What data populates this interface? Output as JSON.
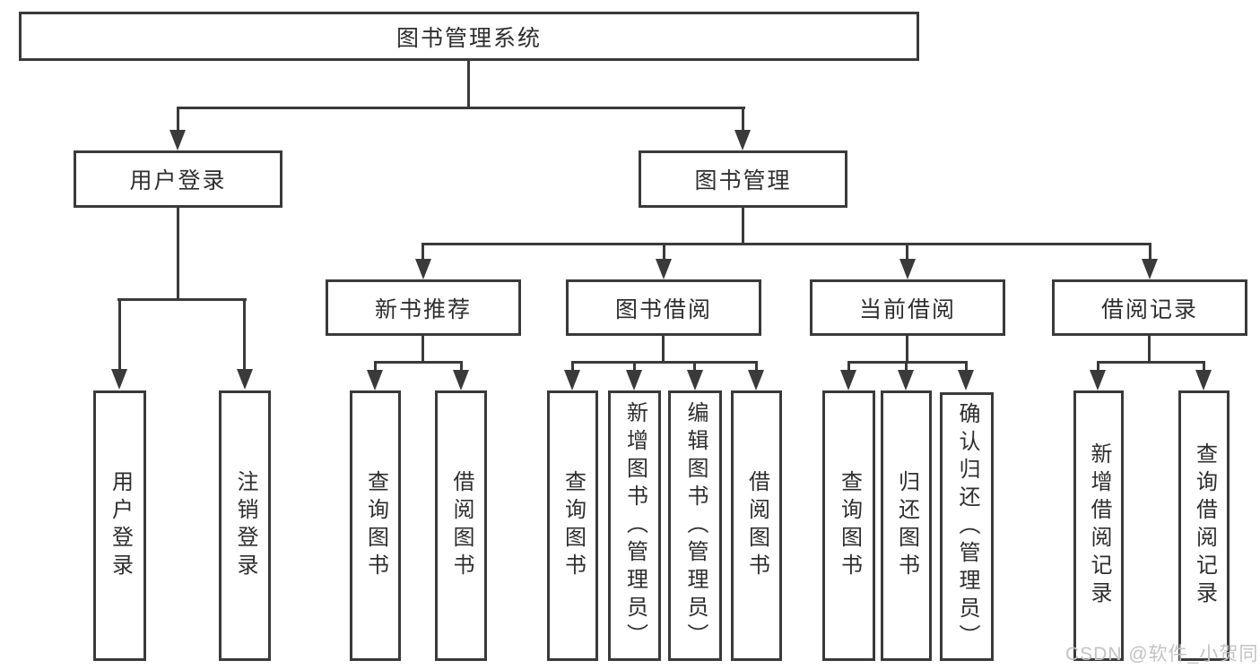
{
  "diagram": {
    "title": "图书管理系统",
    "level2": [
      {
        "label": "用户登录"
      },
      {
        "label": "图书管理"
      }
    ],
    "level3": [
      {
        "label": "新书推荐"
      },
      {
        "label": "图书借阅"
      },
      {
        "label": "当前借阅"
      },
      {
        "label": "借阅记录"
      }
    ],
    "leaves": {
      "user_login": [
        "用户登录",
        "注销登录"
      ],
      "new_book": [
        "查询图书",
        "借阅图书"
      ],
      "book_borrow": [
        "查询图书",
        "新增图书（管理员）",
        "编辑图书（管理员）",
        "借阅图书"
      ],
      "current_borrow": [
        "查询图书",
        "归还图书",
        "确认归还（管理员）"
      ],
      "borrow_record": [
        "新增借阅记录",
        "查询借阅记录"
      ]
    }
  },
  "watermark": "CSDN @软件_小贺同学",
  "colors": {
    "line": "#3a3a3a",
    "text": "#2e2e2e",
    "watermark": "#c3c3c3",
    "background": "#ffffff"
  }
}
